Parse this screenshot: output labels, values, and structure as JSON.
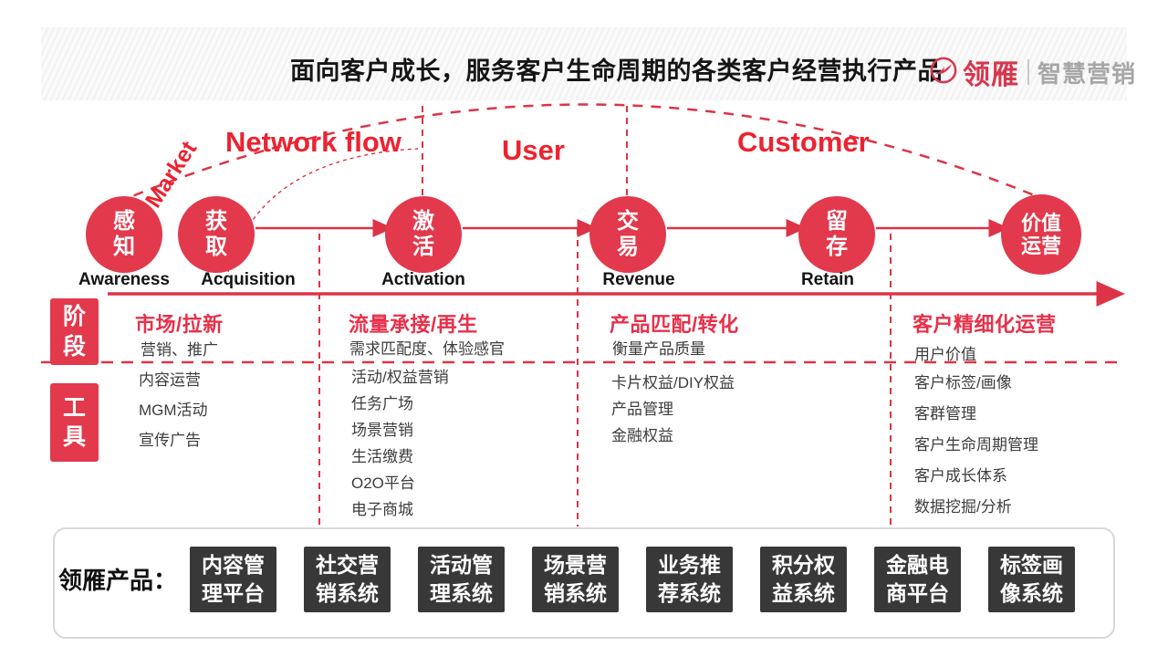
{
  "header": {
    "title": "面向客户成长，服务客户生命周期的各类客户经营执行产品",
    "logo": {
      "brand": "领雁",
      "tagline": "智慧营销",
      "icon": "goose-logo-icon"
    }
  },
  "flow": {
    "market": "Market",
    "network_flow": "Network flow",
    "user": "User",
    "customer": "Customer"
  },
  "stages": [
    {
      "zh": "感\n知",
      "en": "Awareness"
    },
    {
      "zh": "获\n取",
      "en": "Acquisition"
    },
    {
      "zh": "激\n活",
      "en": "Activation"
    },
    {
      "zh": "交\n易",
      "en": "Revenue"
    },
    {
      "zh": "留\n存",
      "en": "Retain"
    },
    {
      "zh": "价值\n运营",
      "en": ""
    }
  ],
  "side_labels": {
    "stage": "阶\n段",
    "tools": "工\n具"
  },
  "columns": [
    {
      "title": "市场/拉新",
      "measure": "营销、推广",
      "tools": [
        "内容运营",
        "MGM活动",
        "宣传广告"
      ]
    },
    {
      "title": "流量承接/再生",
      "measure": "需求匹配度、体验感官",
      "tools": [
        "活动/权益营销",
        "任务广场",
        "场景营销",
        "生活缴费",
        "O2O平台",
        "电子商城"
      ]
    },
    {
      "title": "产品匹配/转化",
      "measure": "衡量产品质量",
      "tools": [
        "卡片权益/DIY权益",
        "产品管理",
        "金融权益"
      ]
    },
    {
      "title": "客户精细化运营",
      "measure": "用户价值",
      "tools": [
        "客户标签/画像",
        "客群管理",
        "客户生命周期管理",
        "客户成长体系",
        "数据挖掘/分析"
      ]
    }
  ],
  "products": {
    "label": "领雁产品：",
    "items": [
      "内容管理平台",
      "社交营销系统",
      "活动管理系统",
      "场景营销系统",
      "业务推荐系统",
      "积分权益系统",
      "金融电商平台",
      "标签画像系统"
    ]
  },
  "colors": {
    "accent_red": "#e2394c",
    "flow_text_red": "#ed2230",
    "line_red": "#dc3446",
    "dark_box": "#383838",
    "tagline_gray": "#a7a7a7"
  }
}
